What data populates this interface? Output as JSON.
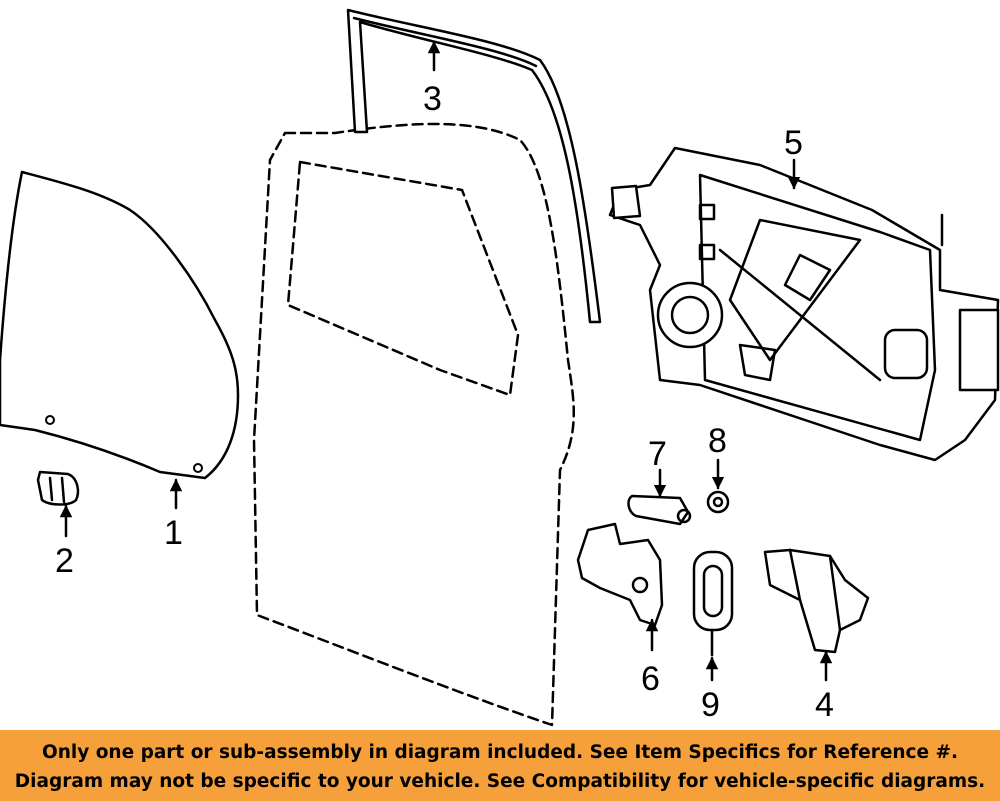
{
  "diagram": {
    "callouts": [
      "1",
      "2",
      "3",
      "4",
      "5",
      "6",
      "7",
      "8",
      "9"
    ]
  },
  "banner": {
    "line1": "Only one part or sub-assembly in diagram included. See Item Specifics for Reference #.",
    "line2": "Diagram may not be specific to your vehicle. See Compatibility for vehicle-specific diagrams.",
    "color": "#f5a03a"
  }
}
